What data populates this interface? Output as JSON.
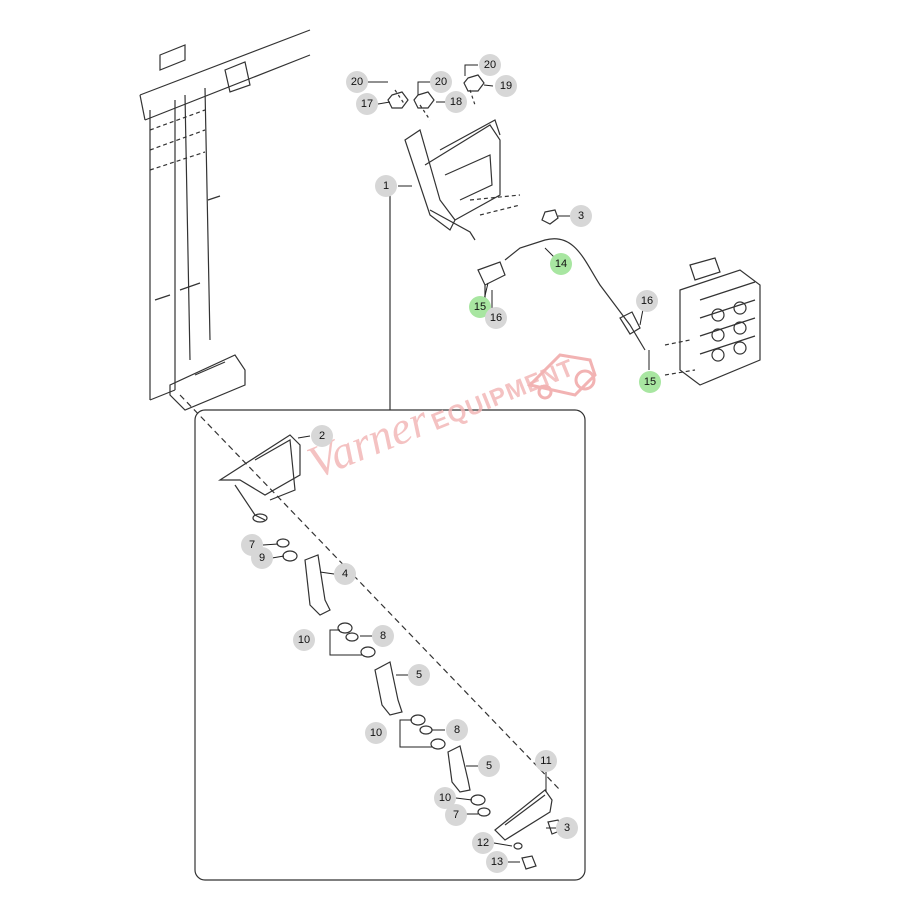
{
  "callouts": [
    {
      "id": "c20a",
      "label": "20",
      "hl": false
    },
    {
      "id": "c20b",
      "label": "20",
      "hl": false
    },
    {
      "id": "c20c",
      "label": "20",
      "hl": false
    },
    {
      "id": "c17",
      "label": "17",
      "hl": false
    },
    {
      "id": "c18",
      "label": "18",
      "hl": false
    },
    {
      "id": "c19",
      "label": "19",
      "hl": false
    },
    {
      "id": "c1",
      "label": "1",
      "hl": false
    },
    {
      "id": "c3a",
      "label": "3",
      "hl": false
    },
    {
      "id": "c14",
      "label": "14",
      "hl": true
    },
    {
      "id": "c15a",
      "label": "15",
      "hl": true
    },
    {
      "id": "c16a",
      "label": "16",
      "hl": false
    },
    {
      "id": "c16b",
      "label": "16",
      "hl": false
    },
    {
      "id": "c15b",
      "label": "15",
      "hl": true
    },
    {
      "id": "c2",
      "label": "2",
      "hl": false
    },
    {
      "id": "c7a",
      "label": "7",
      "hl": false
    },
    {
      "id": "c9",
      "label": "9",
      "hl": false
    },
    {
      "id": "c4",
      "label": "4",
      "hl": false
    },
    {
      "id": "c10a",
      "label": "10",
      "hl": false
    },
    {
      "id": "c8a",
      "label": "8",
      "hl": false
    },
    {
      "id": "c5a",
      "label": "5",
      "hl": false
    },
    {
      "id": "c10b",
      "label": "10",
      "hl": false
    },
    {
      "id": "c8b",
      "label": "8",
      "hl": false
    },
    {
      "id": "c5b",
      "label": "5",
      "hl": false
    },
    {
      "id": "c11",
      "label": "11",
      "hl": false
    },
    {
      "id": "c10c",
      "label": "10",
      "hl": false
    },
    {
      "id": "c7b",
      "label": "7",
      "hl": false
    },
    {
      "id": "c3b",
      "label": "3",
      "hl": false
    },
    {
      "id": "c12",
      "label": "12",
      "hl": false
    },
    {
      "id": "c13",
      "label": "13",
      "hl": false
    }
  ],
  "watermark": {
    "script": "Varner",
    "block": "EQUIPMENT"
  },
  "colors": {
    "line": "#333333",
    "callout": "#d7d7d7",
    "highlight": "#a8e6a1",
    "watermark": "#f2b3b3"
  }
}
